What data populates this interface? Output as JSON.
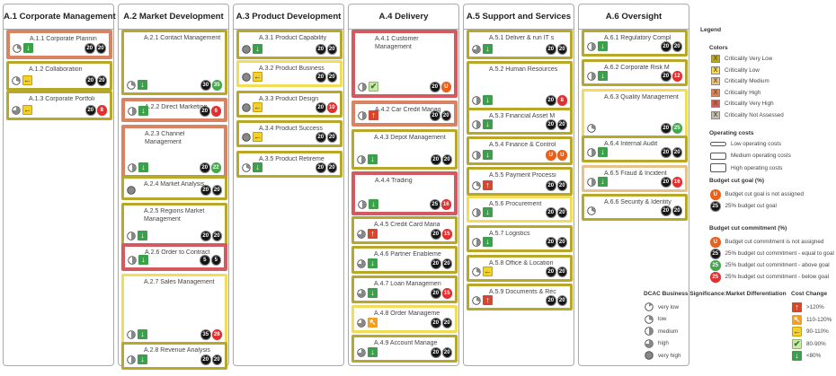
{
  "colors": {
    "very_low": "#b8a829",
    "low": "#f2dd59",
    "medium": "#e8c08a",
    "high": "#d98363",
    "very_high": "#d25a60",
    "not_assessed": "#bdbdbd"
  },
  "columns": [
    {
      "title": "A.1 Corporate Management",
      "cards": [
        {
          "label": "A.1.1 Corporate Plannin",
          "crit": "high",
          "sig": "low",
          "cost": "down",
          "badges": [
            [
              "20",
              "black"
            ],
            [
              "20",
              "black"
            ]
          ]
        },
        {
          "label": "A.1.2 Collaboration",
          "crit": "very_low",
          "sig": "low",
          "cost": "right",
          "badges": [
            [
              "20",
              "black"
            ],
            [
              "20",
              "black"
            ]
          ]
        },
        {
          "label": "A.1.3 Corporate Portfoli",
          "crit": "very_low",
          "sig": "high",
          "cost": "right",
          "badges": [
            [
              "20",
              "black"
            ],
            [
              "8",
              "red"
            ]
          ]
        }
      ]
    },
    {
      "title": "A.2 Market Development",
      "cards": [
        {
          "label": "A.2.1 Contact Management",
          "crit": "very_low",
          "sig": "low",
          "cost": "down",
          "badges": [
            [
              "30",
              "black"
            ],
            [
              "35",
              "green"
            ]
          ]
        },
        {
          "label": "A.2.2 Direct Marketing",
          "crit": "high",
          "sig": "medium",
          "cost": "down",
          "badges": [
            [
              "20",
              "black"
            ],
            [
              "6",
              "red"
            ]
          ]
        },
        {
          "label": "A.2.3 Channel Management",
          "crit": "high",
          "sig": "medium",
          "cost": "down",
          "badges": [
            [
              "20",
              "black"
            ],
            [
              "22",
              "green"
            ]
          ]
        },
        {
          "label": "A.2.4 Market Analysis",
          "crit": "very_low",
          "sig": "very_high",
          "cost": "",
          "badges": [
            [
              "20",
              "black"
            ],
            [
              "20",
              "black"
            ]
          ]
        },
        {
          "label": "A.2.5 Regions Market Management",
          "crit": "very_low",
          "sig": "medium",
          "cost": "down",
          "badges": [
            [
              "20",
              "black"
            ],
            [
              "20",
              "black"
            ]
          ]
        },
        {
          "label": "A.2.6 Order to Contract",
          "crit": "very_high",
          "sig": "medium",
          "cost": "down",
          "badges": [
            [
              "5",
              "black"
            ],
            [
              "5",
              "black"
            ]
          ]
        },
        {
          "label": "A.2.7 Sales Management",
          "crit": "low",
          "sig": "medium",
          "cost": "down",
          "badges": [
            [
              "35",
              "black"
            ],
            [
              "28",
              "red"
            ]
          ]
        },
        {
          "label": "A.2.8 Revenue Analysis",
          "crit": "very_low",
          "sig": "medium",
          "cost": "down",
          "badges": [
            [
              "20",
              "black"
            ],
            [
              "20",
              "black"
            ]
          ]
        }
      ]
    },
    {
      "title": "A.3 Product Development",
      "cards": [
        {
          "label": "A.3.1 Product Capability",
          "crit": "very_low",
          "sig": "very_high",
          "cost": "down",
          "badges": [
            [
              "20",
              "black"
            ],
            [
              "20",
              "black"
            ]
          ]
        },
        {
          "label": "A.3.2 Product Business",
          "crit": "low",
          "sig": "very_high",
          "cost": "right",
          "badges": [
            [
              "20",
              "black"
            ],
            [
              "20",
              "black"
            ]
          ]
        },
        {
          "label": "A.3.3 Product Design",
          "crit": "very_low",
          "sig": "very_high",
          "cost": "right",
          "badges": [
            [
              "20",
              "black"
            ],
            [
              "10",
              "red"
            ]
          ]
        },
        {
          "label": "A.3.4 Product Success",
          "crit": "very_low",
          "sig": "very_high",
          "cost": "right",
          "badges": [
            [
              "20",
              "black"
            ],
            [
              "20",
              "black"
            ]
          ]
        },
        {
          "label": "A.3.5 Product Retireme",
          "crit": "very_low",
          "sig": "low",
          "cost": "down",
          "badges": [
            [
              "20",
              "black"
            ],
            [
              "20",
              "black"
            ]
          ]
        }
      ]
    },
    {
      "title": "A.4 Delivery",
      "cards": [
        {
          "label": "A.4.1 Customer Management",
          "crit": "very_high",
          "sig": "medium",
          "cost": "check",
          "badges": [
            [
              "20",
              "black"
            ],
            [
              "U",
              "orange"
            ]
          ]
        },
        {
          "label": "A.4.2 Car Credit Manag",
          "crit": "high",
          "sig": "medium",
          "cost": "up",
          "badges": [
            [
              "20",
              "black"
            ],
            [
              "20",
              "black"
            ]
          ]
        },
        {
          "label": "A.4.3 Depot Management",
          "crit": "very_low",
          "sig": "medium",
          "cost": "down",
          "badges": [
            [
              "20",
              "black"
            ],
            [
              "20",
              "black"
            ]
          ]
        },
        {
          "label": "A.4.4 Trading",
          "crit": "very_high",
          "sig": "medium",
          "cost": "down",
          "badges": [
            [
              "25",
              "black"
            ],
            [
              "16",
              "red"
            ]
          ]
        },
        {
          "label": "A.4.5 Credit Card Mana",
          "crit": "very_low",
          "sig": "high",
          "cost": "up",
          "badges": [
            [
              "20",
              "black"
            ],
            [
              "15",
              "red"
            ]
          ]
        },
        {
          "label": "A.4.6 Partner Enableme",
          "crit": "very_low",
          "sig": "high",
          "cost": "down",
          "badges": [
            [
              "20",
              "black"
            ],
            [
              "20",
              "black"
            ]
          ]
        },
        {
          "label": "A.4.7 Loan Managemen",
          "crit": "very_low",
          "sig": "high",
          "cost": "down",
          "badges": [
            [
              "20",
              "black"
            ],
            [
              "15",
              "red"
            ]
          ]
        },
        {
          "label": "A.4.8 Order Manageme",
          "crit": "low",
          "sig": "high",
          "cost": "warn",
          "badges": [
            [
              "20",
              "black"
            ],
            [
              "20",
              "black"
            ]
          ]
        },
        {
          "label": "A.4.9 Account Manage",
          "crit": "very_low",
          "sig": "high",
          "cost": "down",
          "badges": [
            [
              "20",
              "black"
            ],
            [
              "20",
              "black"
            ]
          ]
        }
      ]
    },
    {
      "title": "A.5 Support and Services",
      "cards": [
        {
          "label": "A.5.1 Deliver & run IT s",
          "crit": "very_low",
          "sig": "high",
          "cost": "down",
          "badges": [
            [
              "20",
              "black"
            ],
            [
              "20",
              "black"
            ]
          ]
        },
        {
          "label": "A.5.2 Human Resources",
          "crit": "very_low",
          "sig": "medium",
          "cost": "down",
          "badges": [
            [
              "20",
              "black"
            ],
            [
              "8",
              "red"
            ]
          ]
        },
        {
          "label": "A.5.3 Financial Asset M",
          "crit": "very_low",
          "sig": "medium",
          "cost": "down",
          "badges": [
            [
              "20",
              "black"
            ],
            [
              "20",
              "black"
            ]
          ]
        },
        {
          "label": "A.5.4 Finance & Control",
          "crit": "very_low",
          "sig": "medium",
          "cost": "down",
          "badges": [
            [
              "U",
              "orange"
            ],
            [
              "U",
              "orange"
            ]
          ]
        },
        {
          "label": "A.5.5 Payment Processi",
          "crit": "very_low",
          "sig": "low",
          "cost": "up",
          "badges": [
            [
              "20",
              "black"
            ],
            [
              "20",
              "black"
            ]
          ]
        },
        {
          "label": "A.5.6 Procurement",
          "crit": "low",
          "sig": "medium",
          "cost": "down",
          "badges": [
            [
              "20",
              "black"
            ],
            [
              "20",
              "black"
            ]
          ]
        },
        {
          "label": "A.5.7 Logistics",
          "crit": "very_low",
          "sig": "medium",
          "cost": "down",
          "badges": [
            [
              "20",
              "black"
            ],
            [
              "20",
              "black"
            ]
          ]
        },
        {
          "label": "A.5.8 Office & Location",
          "crit": "very_low",
          "sig": "low",
          "cost": "right",
          "badges": [
            [
              "20",
              "black"
            ],
            [
              "20",
              "black"
            ]
          ]
        },
        {
          "label": "A.5.9 Documents & Rec",
          "crit": "very_low",
          "sig": "low",
          "cost": "up",
          "badges": [
            [
              "20",
              "black"
            ],
            [
              "20",
              "black"
            ]
          ]
        }
      ]
    },
    {
      "title": "A.6 Oversight",
      "cards": [
        {
          "label": "A.6.1 Regulatory Compl",
          "crit": "very_low",
          "sig": "medium",
          "cost": "down",
          "badges": [
            [
              "20",
              "black"
            ],
            [
              "20",
              "black"
            ]
          ]
        },
        {
          "label": "A.6.2 Corporate Risk M",
          "crit": "very_low",
          "sig": "medium",
          "cost": "down",
          "badges": [
            [
              "20",
              "black"
            ],
            [
              "12",
              "red"
            ]
          ]
        },
        {
          "label": "A.6.3 Quality Management",
          "crit": "low",
          "sig": "low",
          "cost": "",
          "badges": [
            [
              "20",
              "black"
            ],
            [
              "25",
              "green"
            ]
          ]
        },
        {
          "label": "A.6.4 Internal Audit",
          "crit": "very_low",
          "sig": "medium",
          "cost": "down",
          "badges": [
            [
              "20",
              "black"
            ],
            [
              "20",
              "black"
            ]
          ]
        },
        {
          "label": "A.6.5 Fraud & Incident",
          "crit": "medium",
          "sig": "medium",
          "cost": "down",
          "badges": [
            [
              "20",
              "black"
            ],
            [
              "16",
              "red"
            ]
          ]
        },
        {
          "label": "A.6.6 Security & Identity",
          "crit": "very_low",
          "sig": "low",
          "cost": "",
          "badges": [
            [
              "20",
              "black"
            ],
            [
              "20",
              "black"
            ]
          ]
        }
      ]
    }
  ],
  "legend": {
    "title": "Legend",
    "colors_head": "Colors",
    "colors": [
      {
        "label": "Criticality Very Low",
        "key": "very_low"
      },
      {
        "label": "Criticality Low",
        "key": "low"
      },
      {
        "label": "Criticality Medium",
        "key": "medium"
      },
      {
        "label": "Criticality High",
        "key": "high"
      },
      {
        "label": "Criticality Very High",
        "key": "very_high"
      },
      {
        "label": "Criticality Not Assessed",
        "key": "not_assessed"
      }
    ],
    "opcost_head": "Operating costs",
    "opcosts": [
      "Low operating costs",
      "Medium operating costs",
      "High operating costs"
    ],
    "goal_head": "Budget cut goal (%)",
    "goal": [
      {
        "badge": "U",
        "color": "orange",
        "label": "Budget cut goal is not assigned"
      },
      {
        "badge": "25",
        "color": "black",
        "label": "25% budget cut goal"
      }
    ],
    "commit_head": "Budget cut commitment (%)",
    "commit": [
      {
        "badge": "U",
        "color": "orange",
        "label": "Budget cut commitment is not assigned"
      },
      {
        "badge": "25",
        "color": "black",
        "label": "25% budget cut commitment - equal to goal"
      },
      {
        "badge": "25",
        "color": "green",
        "label": "25% budget cut commitment - above goal"
      },
      {
        "badge": "25",
        "color": "red",
        "label": "25% budget cut commitment - below goal"
      }
    ],
    "sig_head": "DCAC Business Significance:Market Differentiation",
    "sig": [
      {
        "key": "very_low",
        "label": "very low"
      },
      {
        "key": "low",
        "label": "low"
      },
      {
        "key": "medium",
        "label": "medium"
      },
      {
        "key": "high",
        "label": "high"
      },
      {
        "key": "very_high",
        "label": "very high"
      }
    ],
    "cost_head": "Cost Change",
    "cost": [
      {
        "key": "up",
        "label": ">120%"
      },
      {
        "key": "warn",
        "label": "110-120%"
      },
      {
        "key": "right",
        "label": "90-110%"
      },
      {
        "key": "check",
        "label": "80-90%"
      },
      {
        "key": "down",
        "label": "<80%"
      }
    ]
  }
}
